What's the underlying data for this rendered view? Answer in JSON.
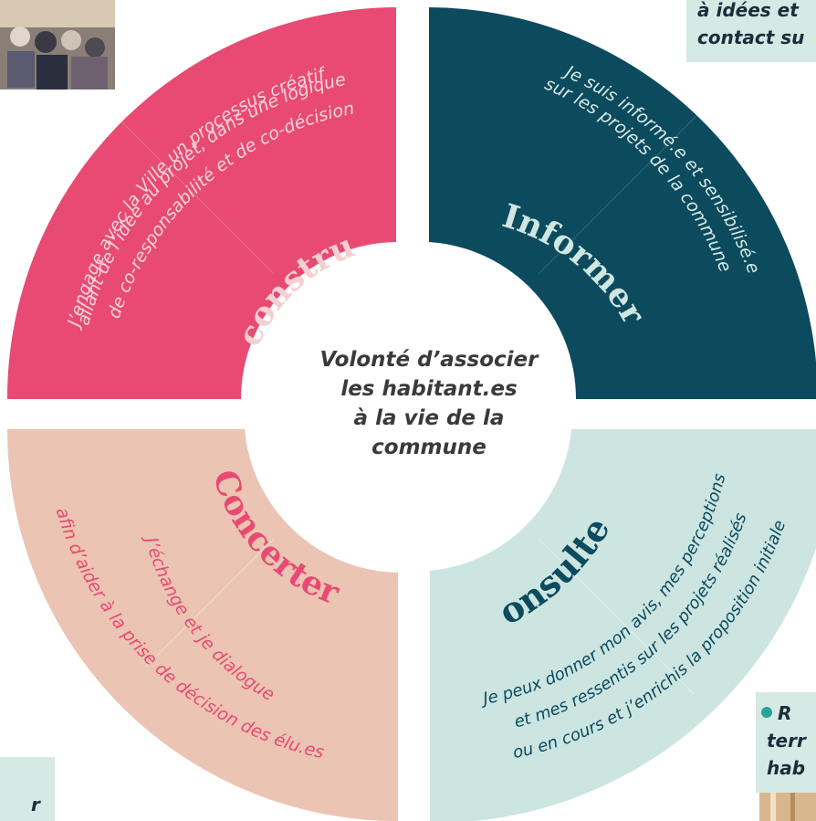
{
  "center": {
    "lines": [
      "Volonté d’associer",
      "les habitant.es",
      "à la vie de la",
      "commune"
    ]
  },
  "quadrants": {
    "coconstruire": {
      "title": "Co-construire",
      "lines": [
        "J’engage avec la Ville un processus créatif",
        "allant de l’idée au projet, dans une logique",
        "de co-responsabilité et de co-décision"
      ],
      "fill": "#e84a73",
      "title_color": "#f6cfd2",
      "text_color": "#f6d5da"
    },
    "informer": {
      "title": "Informer",
      "lines": [
        "Je suis informé.e et sensibilisé.e",
        "sur les projets de la commune"
      ],
      "fill": "#0c4a5e",
      "title_color": "#cfe6e2",
      "text_color": "#d6ebe6"
    },
    "concerter": {
      "title": "Concerter",
      "lines": [
        "J’échange et je dialogue",
        "afin d’aider à la prise de décision des élu.es"
      ],
      "fill": "#ebc4b3",
      "title_color": "#e84a73",
      "text_color": "#e84a73"
    },
    "consulter": {
      "title": "Consulter",
      "lines": [
        "Je peux donner mon avis, mes perceptions",
        "et mes ressentis sur les projets réalisés",
        "ou en cours et j’enrichis la proposition initiale"
      ],
      "fill": "#cce5e1",
      "title_color": "#0c4a5e",
      "text_color": "#0c4a5e"
    }
  },
  "callouts": {
    "top_right": {
      "lines": [
        "à idées et",
        "contact su"
      ]
    },
    "bottom_right": {
      "bullet": "●",
      "lines": [
        "R",
        "terr",
        "hab"
      ]
    },
    "bottom_left": {
      "lines": [
        "r"
      ]
    }
  },
  "colors": {
    "callout_bg": "#d5e9e5",
    "bullet": "#2aa39a"
  }
}
